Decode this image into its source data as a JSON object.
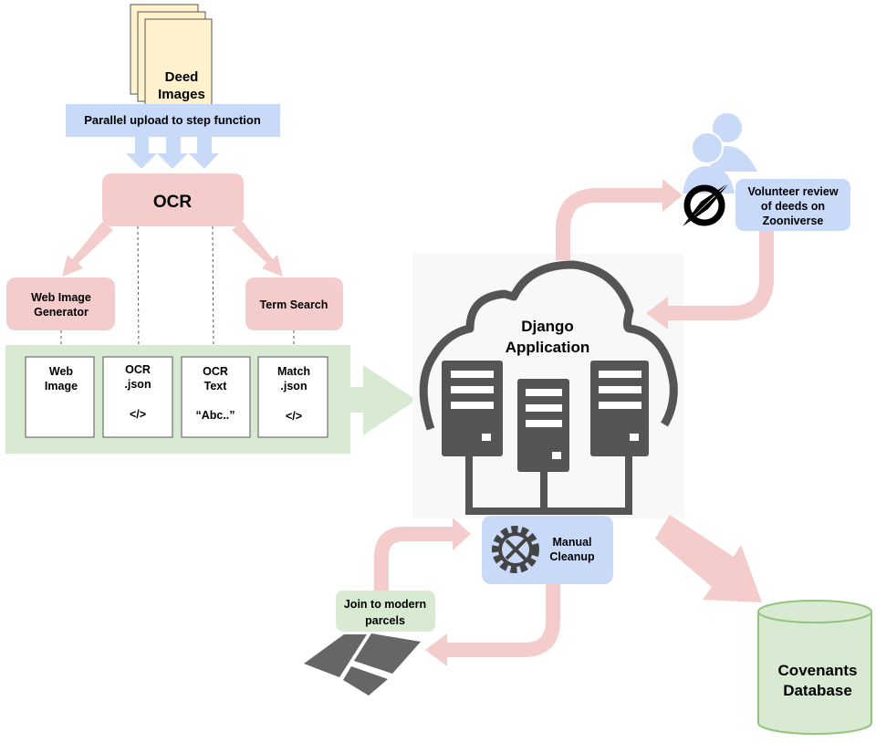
{
  "colors": {
    "pink": "#f4cccc",
    "blue": "#c9daf8",
    "green": "#d9ead3",
    "green_border": "#93c47d",
    "paper": "#fff2cc",
    "server_gray": "#555555",
    "backdrop": "#f8f8f8"
  },
  "deed_images": {
    "line1": "Deed",
    "line2": "Images"
  },
  "upload_bar": {
    "label": "Parallel upload to step function"
  },
  "ocr": {
    "label": "OCR"
  },
  "web_image_generator": {
    "line1": "Web Image",
    "line2": "Generator"
  },
  "term_search": {
    "label": "Term Search"
  },
  "outputs": [
    {
      "line1": "Web",
      "line2": "Image",
      "line3": ""
    },
    {
      "line1": "OCR",
      "line2": ".json",
      "line3": "</>"
    },
    {
      "line1": "OCR",
      "line2": "Text",
      "line3": "“Abc..”"
    },
    {
      "line1": "Match",
      "line2": ".json",
      "line3": "</>"
    }
  ],
  "django": {
    "line1": "Django",
    "line2": "Application",
    "icon": "cloud-servers-icon"
  },
  "volunteer": {
    "line1": "Volunteer review",
    "line2": "of deeds on",
    "line3": "Zooniverse",
    "icons": [
      "users-icon",
      "zooniverse-logo"
    ]
  },
  "manual_cleanup": {
    "line1": "Manual",
    "line2": "Cleanup",
    "icon": "gear-tools-icon"
  },
  "join_parcels": {
    "line1": "Join to modern",
    "line2": "parcels",
    "icon": "parcels-icon"
  },
  "database": {
    "line1": "Covenants",
    "line2": "Database"
  }
}
